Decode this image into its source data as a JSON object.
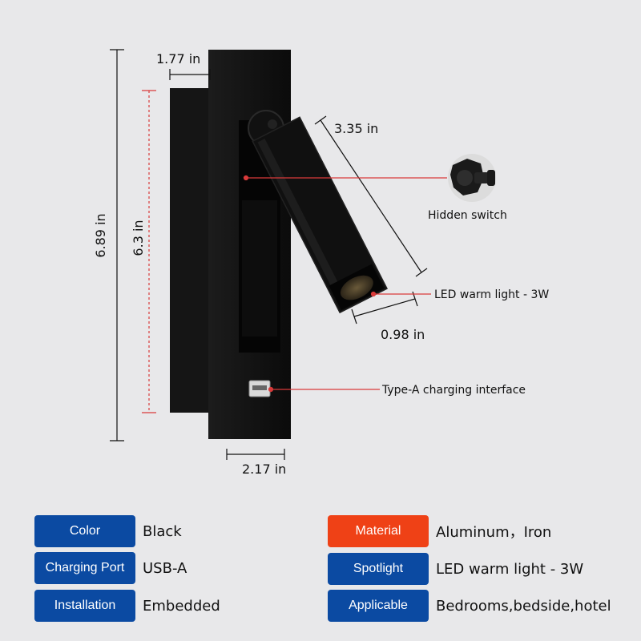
{
  "dimensions": {
    "depth": "1.77 in",
    "overall_height": "6.89 in",
    "back_height": "6.3 in",
    "head_length": "3.35 in",
    "head_width": "0.98 in",
    "plate_width": "2.17 in"
  },
  "callouts": {
    "hidden_switch": "Hidden switch",
    "led": "LED warm light - 3W",
    "usb": "Type-A charging interface"
  },
  "colors": {
    "badge_blue": "#0b4aa2",
    "badge_orange": "#ef4116",
    "dim_line": "#111111",
    "red_line": "#d93a3a",
    "background": "#e8e8ea"
  },
  "specs_left": [
    {
      "label": "Color",
      "value": "Black"
    },
    {
      "label": "Charging Port",
      "value": "USB-A"
    },
    {
      "label": "Installation",
      "value": "Embedded"
    }
  ],
  "specs_right": [
    {
      "label": "Material",
      "value": "Aluminum，Iron",
      "accent": "orange"
    },
    {
      "label": "Spotlight",
      "value": "LED warm light - 3W"
    },
    {
      "label": "Applicable",
      "value": "Bedrooms,bedside,hotel"
    }
  ]
}
